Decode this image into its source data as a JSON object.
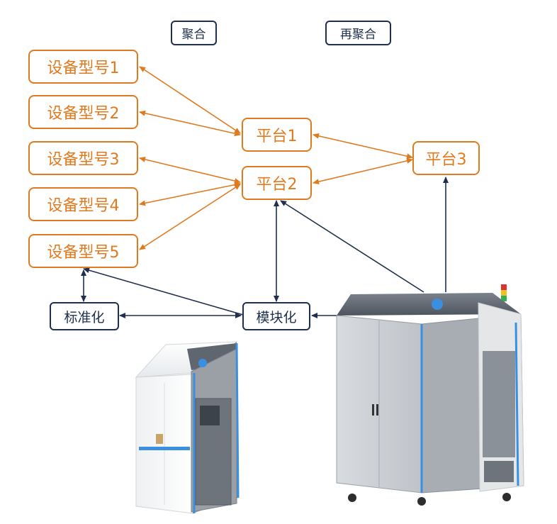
{
  "headers": {
    "aggregate": "聚合",
    "reaggregate": "再聚合"
  },
  "devices": [
    "设备型号1",
    "设备型号2",
    "设备型号3",
    "设备型号4",
    "设备型号5"
  ],
  "platforms": {
    "p1": "平台1",
    "p2": "平台2",
    "p3": "平台3"
  },
  "stages": {
    "standardize": "标准化",
    "modularize": "模块化"
  },
  "colors": {
    "orange": "#e07a1f",
    "navy": "#1f2f4d"
  }
}
